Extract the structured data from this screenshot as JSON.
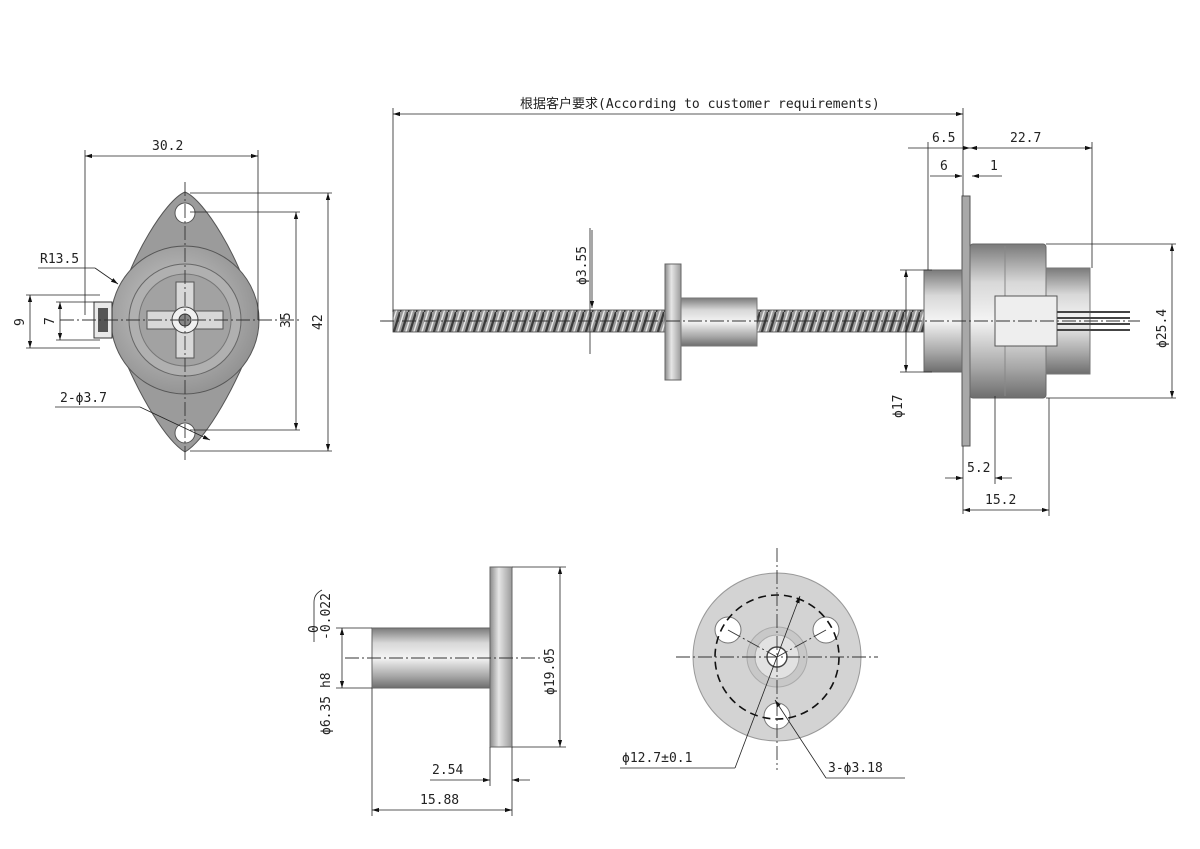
{
  "colors": {
    "metal_dark": "#8c8c8c",
    "metal_mid": "#b5b5b5",
    "metal_light": "#ececec",
    "line": "#111111"
  },
  "labels": {
    "front_width": "30.2",
    "front_radius": "R13.5",
    "front_h9": "9",
    "front_h7": "7",
    "front_hole": "2-ϕ3.7",
    "front_h35": "35",
    "front_h42": "42",
    "screw_length": "根据客户要求(According to customer requirements)",
    "screw_dia": "ϕ3.55",
    "side_65": "6.5",
    "side_227": "22.7",
    "side_6": "6",
    "side_1": "1",
    "side_dia254": "ϕ25.4",
    "side_dia17": "ϕ17",
    "side_52": "5.2",
    "side_152": "15.2",
    "nut_dia635": "ϕ6.35 h8",
    "nut_tol_top": "0",
    "nut_tol_bottom": "-0.022",
    "nut_dia1905": "ϕ19.05",
    "nut_254": "2.54",
    "nut_1588": "15.88",
    "flange_pcd": "ϕ12.7±0.1",
    "flange_holes": "3-ϕ3.18"
  }
}
